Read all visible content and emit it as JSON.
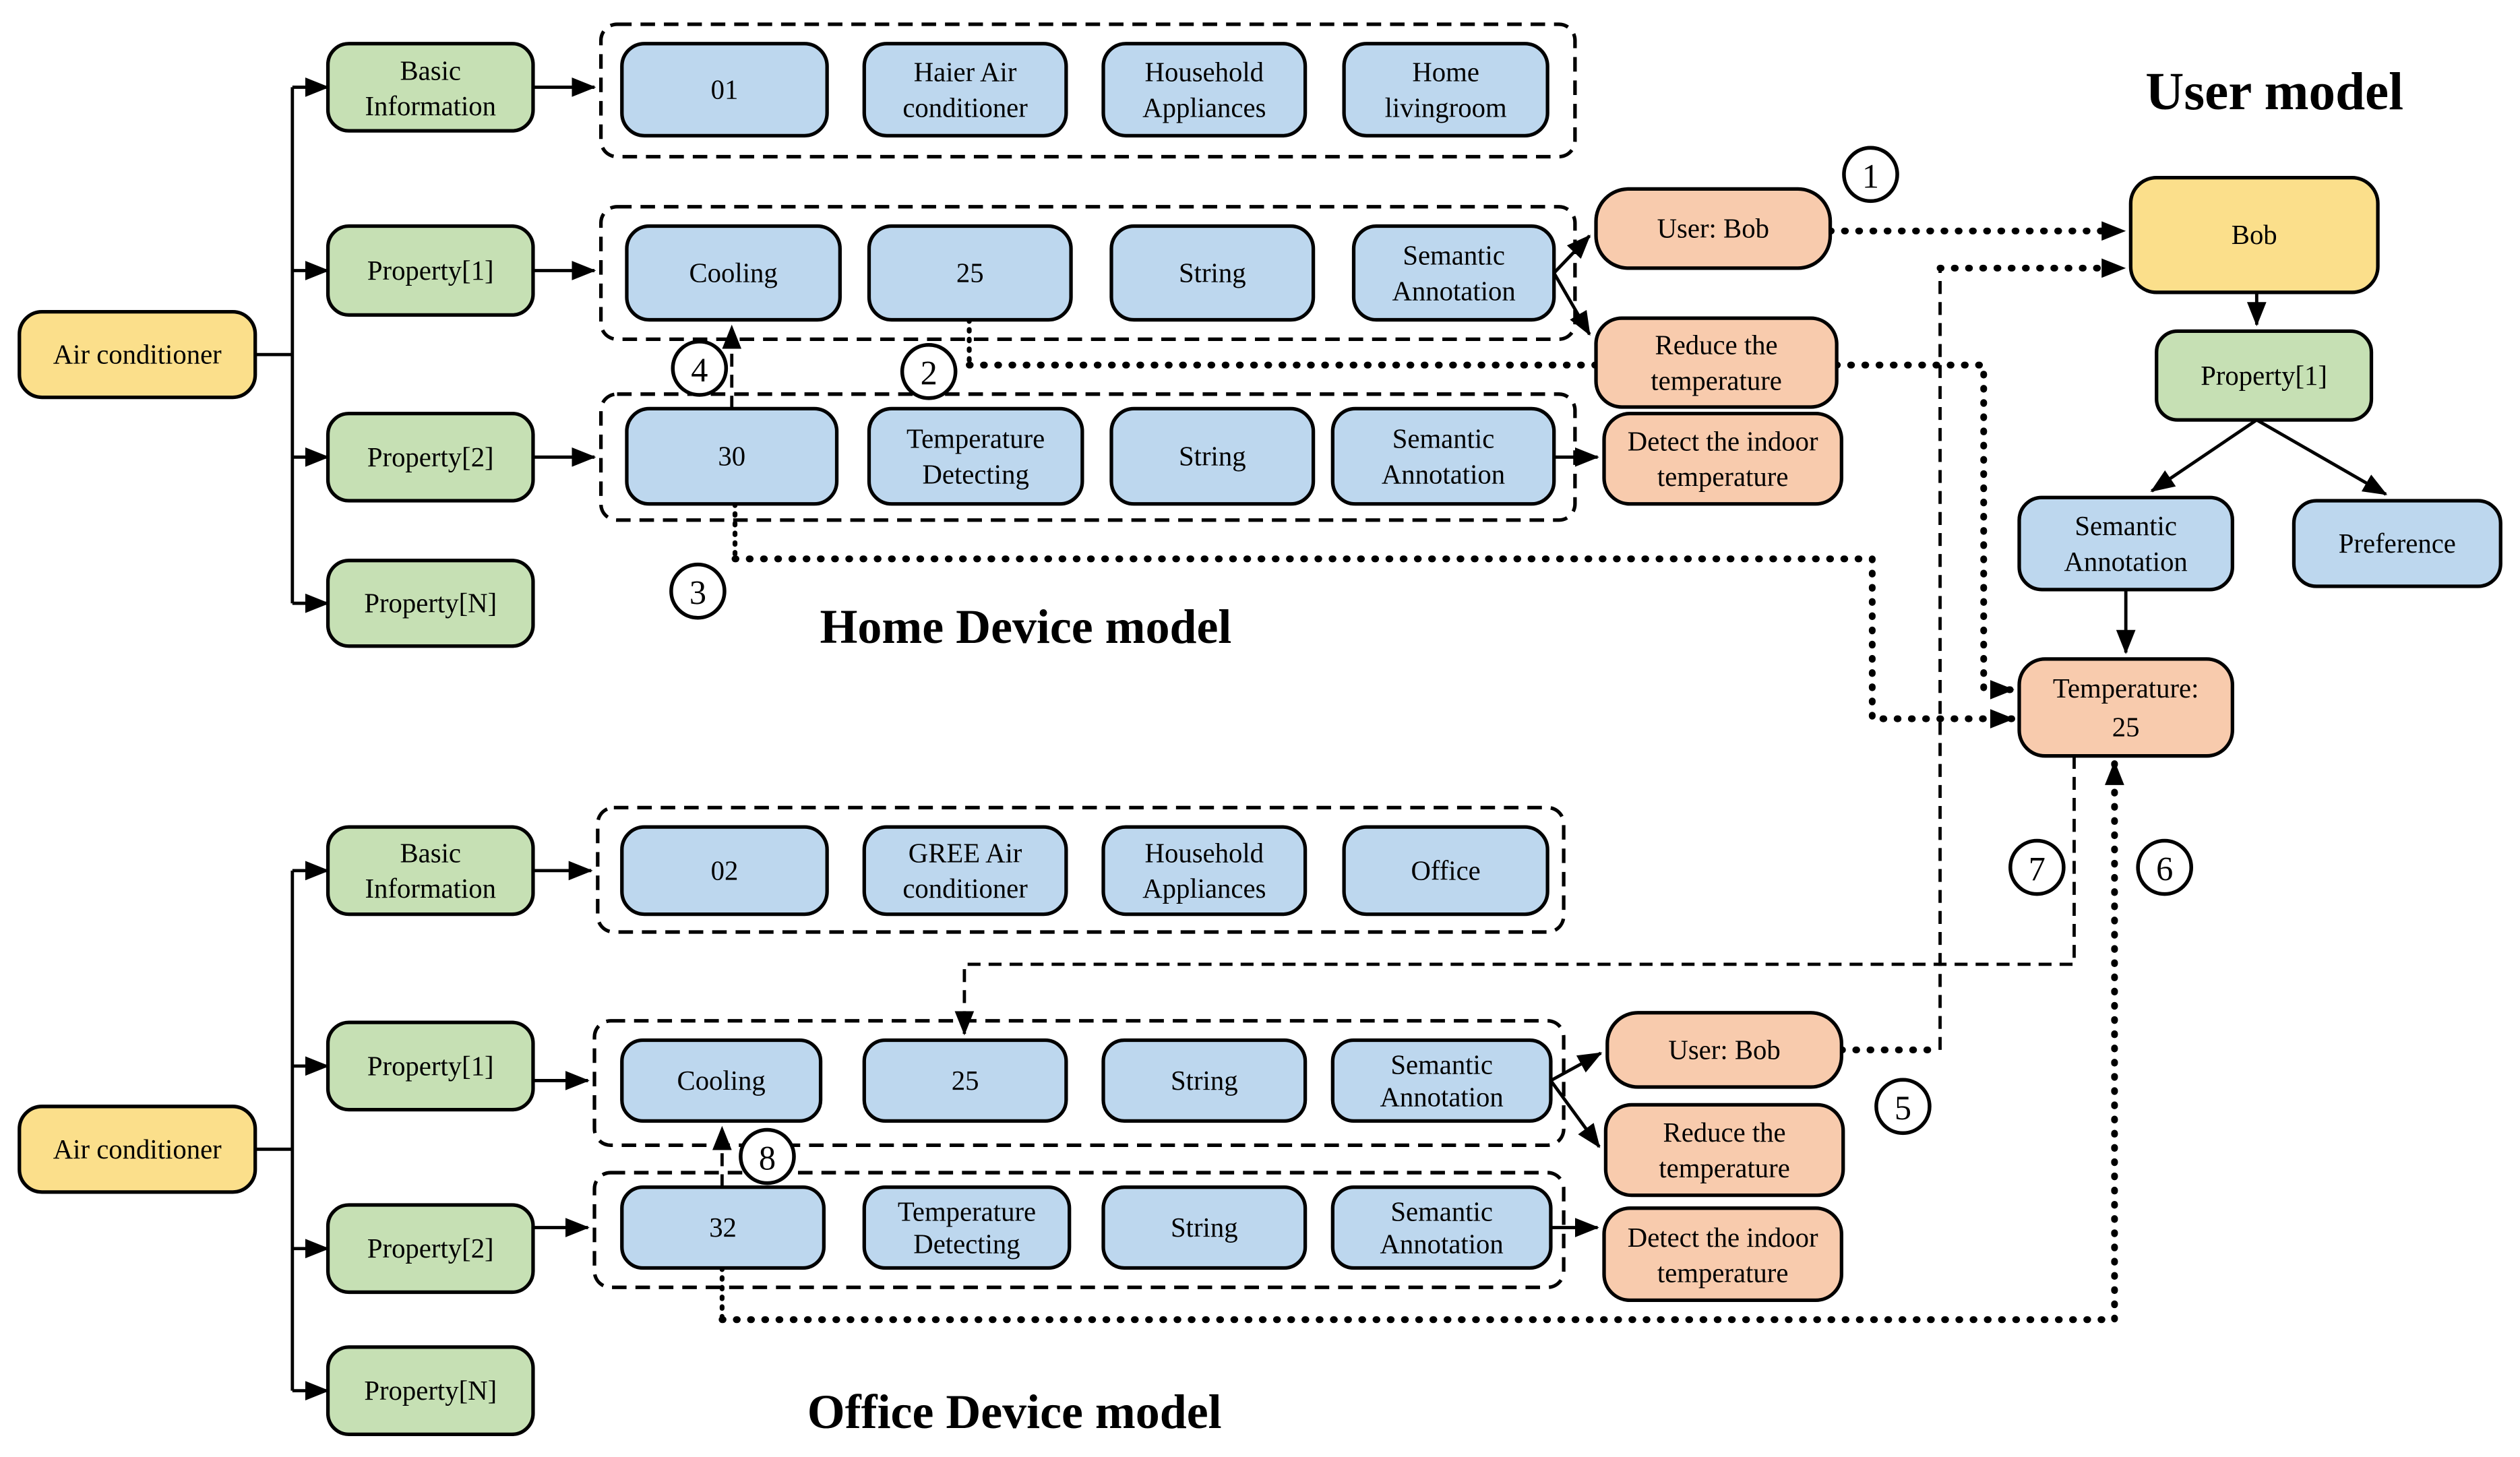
{
  "colors": {
    "yellow": "#fbdf8b",
    "green": "#c6e0b4",
    "blue": "#bdd7ee",
    "orange": "#f8cbad",
    "outline": "#000000"
  },
  "titles": {
    "user_model": "User model",
    "home_section": "Home Device model",
    "office_section": "Office Device model"
  },
  "home": {
    "root": "Air conditioner",
    "basic_information": [
      "Basic",
      "Information"
    ],
    "property_1": "Property[1]",
    "property_2": "Property[2]",
    "property_n": "Property[N]",
    "basic_values": {
      "device_id": "01",
      "device_name": [
        "Haier Air",
        "conditioner"
      ],
      "device_category": [
        "Household",
        "Appliances"
      ],
      "device_location": [
        "Home",
        "livingroom"
      ]
    },
    "property1_values": {
      "function": "Cooling",
      "value": "25",
      "data_type": "String",
      "annotation": [
        "Semantic",
        "Annotation"
      ]
    },
    "property2_values": {
      "value": "30",
      "function": [
        "Temperature",
        "Detecting"
      ],
      "data_type": "String",
      "annotation": [
        "Semantic",
        "Annotation"
      ]
    },
    "semantic_labels": {
      "user": "User: Bob",
      "action": [
        "Reduce the",
        "temperature"
      ],
      "detection": [
        "Detect the indoor",
        "temperature"
      ]
    }
  },
  "office": {
    "root": "Air conditioner",
    "basic_information": [
      "Basic",
      "Information"
    ],
    "property_1": "Property[1]",
    "property_2": "Property[2]",
    "property_n": "Property[N]",
    "basic_values": {
      "device_id": "02",
      "device_name": [
        "GREE Air",
        "conditioner"
      ],
      "device_category": [
        "Household",
        "Appliances"
      ],
      "device_location": "Office"
    },
    "property1_values": {
      "function": "Cooling",
      "value": "25",
      "data_type": "String",
      "annotation": [
        "Semantic",
        "Annotation"
      ]
    },
    "property2_values": {
      "value": "32",
      "function": [
        "Temperature",
        "Detecting"
      ],
      "data_type": "String",
      "annotation": [
        "Semantic",
        "Annotation"
      ]
    },
    "semantic_labels": {
      "user": "User: Bob",
      "action": [
        "Reduce the",
        "temperature"
      ],
      "detection": [
        "Detect the indoor",
        "temperature"
      ]
    }
  },
  "user_model": {
    "user": "Bob",
    "property_1": "Property[1]",
    "semantic_annotation": [
      "Semantic",
      "Annotation"
    ],
    "preference": "Preference",
    "temperature": [
      "Temperature:",
      "25"
    ]
  },
  "steps": {
    "s1": "1",
    "s2": "2",
    "s3": "3",
    "s4": "4",
    "s5": "5",
    "s6": "6",
    "s7": "7",
    "s8": "8"
  }
}
